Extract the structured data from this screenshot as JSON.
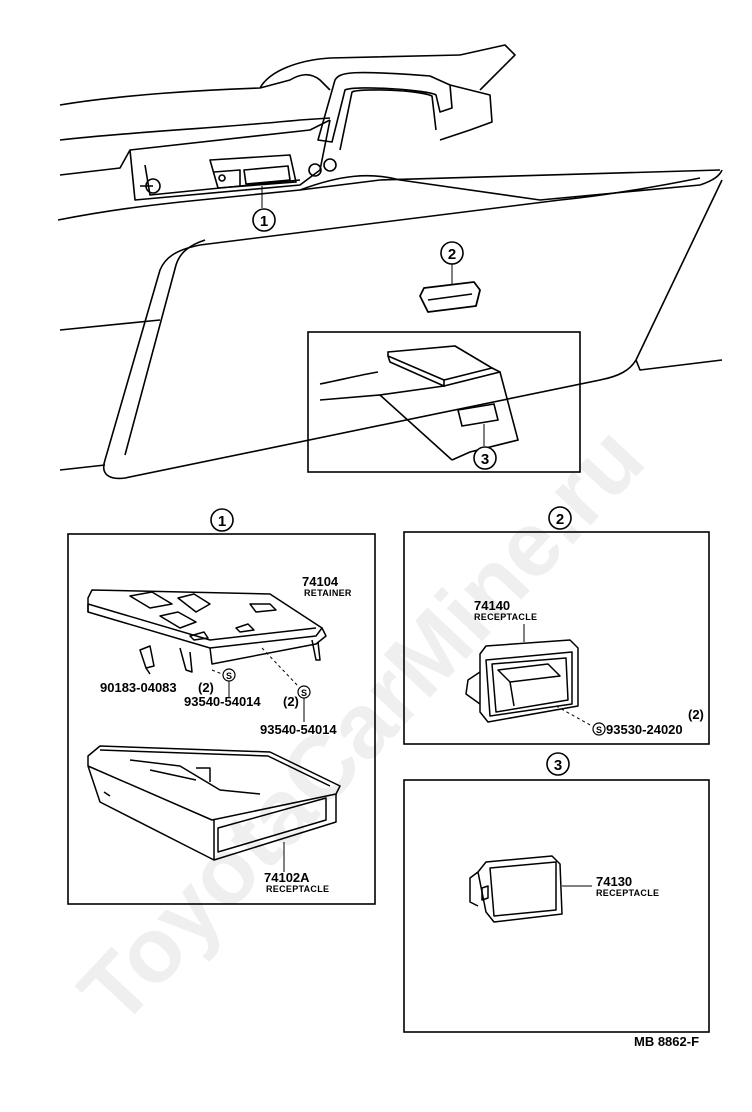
{
  "watermark": "ToyotaCarMine.ru",
  "callouts": {
    "one": "1",
    "two": "2",
    "three": "3"
  },
  "sections": [
    {
      "id": "1",
      "parts": [
        {
          "number": "74104",
          "name": "RETAINER"
        },
        {
          "number": "90183-04083",
          "qty": "(2)"
        },
        {
          "number": "93540-54014",
          "qty": "(2)",
          "marker": "S"
        },
        {
          "number": "93540-54014",
          "marker": "S"
        },
        {
          "number": "74102A",
          "name": "RECEPTACLE"
        }
      ]
    },
    {
      "id": "2",
      "parts": [
        {
          "number": "74140",
          "name": "RECEPTACLE"
        },
        {
          "number": "93530-24020",
          "qty": "(2)",
          "marker": "S"
        }
      ]
    },
    {
      "id": "3",
      "parts": [
        {
          "number": "74130",
          "name": "RECEPTACLE"
        }
      ]
    }
  ],
  "diagram_code": "MB 8862-F"
}
